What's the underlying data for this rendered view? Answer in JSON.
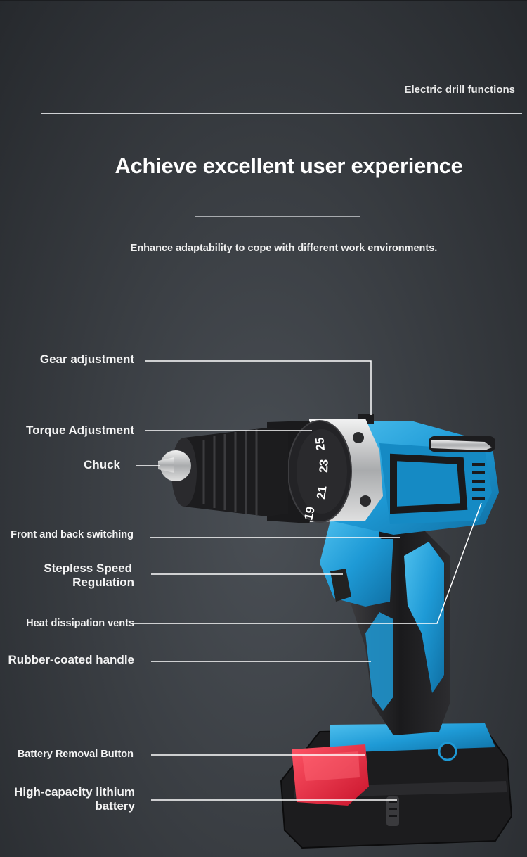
{
  "header": {
    "section_label": "Electric drill functions",
    "headline": "Achieve excellent user experience",
    "subtitle": "Enhance adaptability to cope with different work environments."
  },
  "drill": {
    "torque_ring_numbers": [
      "19",
      "21",
      "23",
      "25"
    ],
    "colors": {
      "accent": "#1e9ad6",
      "body": "#1f1f21",
      "battery_button": "#e0253d",
      "chrome": "#c8cacc"
    }
  },
  "callouts": {
    "gear_adjustment": "Gear adjustment",
    "torque_adjustment": "Torque Adjustment",
    "chuck": "Chuck",
    "front_back_switching": "Front and back switching",
    "stepless_speed_line1": "Stepless Speed",
    "stepless_speed_line2": "Regulation",
    "heat_dissipation_vents": "Heat dissipation vents",
    "rubber_coated_handle": "Rubber-coated handle",
    "battery_removal_button": "Battery Removal Button",
    "lithium_battery_line1": "High-capacity lithium",
    "lithium_battery_line2": "battery"
  }
}
